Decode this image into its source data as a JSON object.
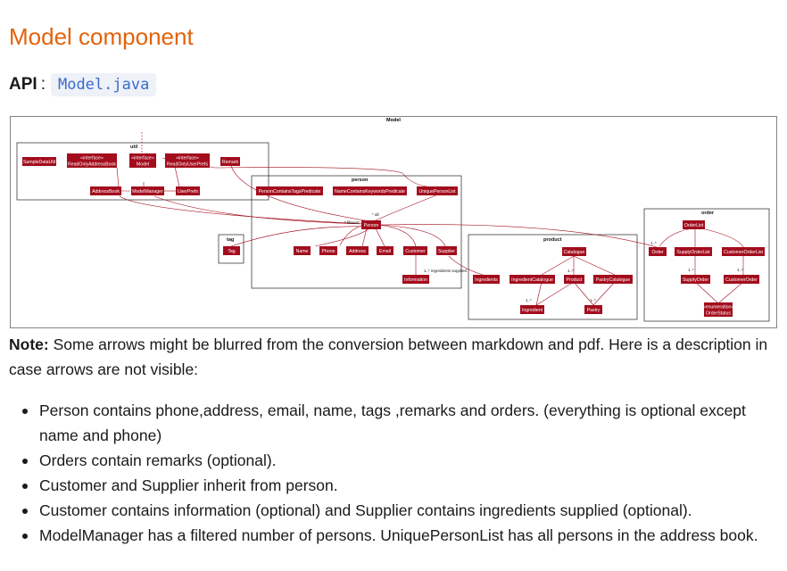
{
  "heading": "Model component",
  "api": {
    "label": "API",
    "colon": ":",
    "link": "Model.java"
  },
  "diagram": {
    "title": "Model",
    "packages": {
      "util": "util",
      "person": "person",
      "tag": "tag",
      "product": "product",
      "order": "order"
    },
    "classes": {
      "sample_data_util": "SampleDataUtil",
      "read_only_address_book_stereo": "«interface»",
      "read_only_address_book": "ReadOnlyAddressBook",
      "model_stereo": "«interface»",
      "model": "Model",
      "read_only_user_prefs_stereo": "«interface»",
      "read_only_user_prefs": "ReadOnlyUserPrefs",
      "remark": "Remark",
      "address_book": "AddressBook",
      "model_manager": "ModelManager",
      "user_prefs": "UserPrefs",
      "person_contains_tags_predicate": "PersonContainsTagsPredicate",
      "name_contains_keywords_predicate": "NameContainsKeywordsPredicate",
      "unique_person_list": "UniquePersonList",
      "person": "Person",
      "name": "Name",
      "phone": "Phone",
      "address": "Address",
      "email": "Email",
      "customer": "Customer",
      "supplier": "Supplier",
      "information": "Information",
      "tag": "Tag",
      "catalogue": "Catalogue",
      "ingredients": "Ingredients",
      "ingredient_catalogue": "IngredientCatalogue",
      "product": "Product",
      "pastry_catalogue": "PastryCatalogue",
      "ingredient": "Ingredient",
      "pastry": "Pastry",
      "order": "Order",
      "order_list": "OrderList",
      "supply_order_list": "SupplyOrderList",
      "customer_order_list": "CustomerOrderList",
      "supply_order": "SupplyOrder",
      "customer_order": "CustomerOrder",
      "order_status_stereo": "«enumeration»",
      "order_status": "OrderStatus"
    },
    "labels": {
      "filtered": "* filtered",
      "all": "* all",
      "ingredients_supplied": "1..* ingredients supplied",
      "many": "1..*",
      "star": "*"
    }
  },
  "note": {
    "label": "Note:",
    "text": "Some arrows might be blurred from the conversion between markdown and pdf. Here is a description in case arrows are not visible:"
  },
  "bullets": [
    "Person contains phone,address, email, name, tags ,remarks and orders. (everything is optional except name and phone)",
    "Orders contain remarks (optional).",
    "Customer and Supplier inherit from person.",
    "Customer contains information (optional) and Supplier contains ingredients supplied (optional).",
    "ModelManager has a filtered number of persons. UniquePersonList has all persons in the address book."
  ]
}
